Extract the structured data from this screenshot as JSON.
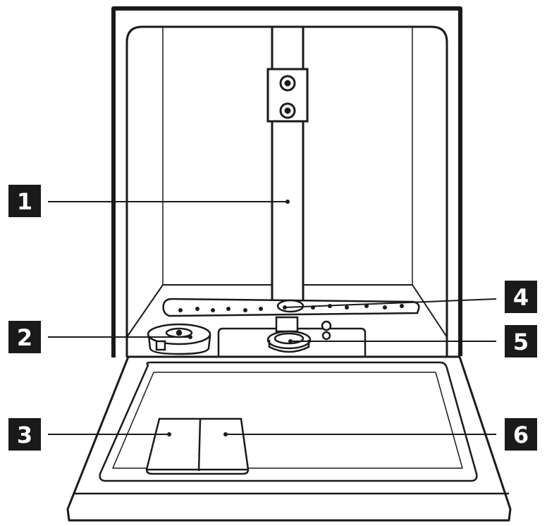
{
  "diagram": {
    "type": "dishwasher-interior-parts",
    "callouts": [
      {
        "number": "1",
        "part": "wash-arm-supply-tube"
      },
      {
        "number": "2",
        "part": "rinse-aid-dispenser-cap"
      },
      {
        "number": "3",
        "part": "detergent-dispenser-left"
      },
      {
        "number": "4",
        "part": "lower-spray-arm"
      },
      {
        "number": "5",
        "part": "filter-assembly"
      },
      {
        "number": "6",
        "part": "detergent-dispenser-right"
      }
    ],
    "colors": {
      "line": "#1a1a1a",
      "label_box": "#1a1a1a",
      "label_text": "#ffffff",
      "background": "#ffffff"
    }
  }
}
